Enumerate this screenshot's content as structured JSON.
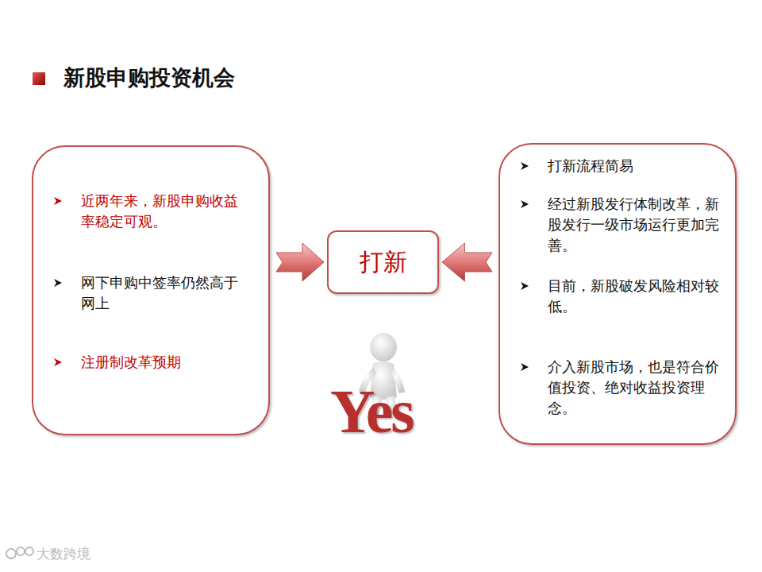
{
  "diagram": {
    "title": "新股申购投资机会",
    "nodes": [
      {
        "text": [
          "近两年来，新股申购收益率稳定可观。",
          "网下申购中签率仍然高于网上",
          "注册制改革预期"
        ]
      },
      {
        "text": [
          "打新"
        ]
      },
      {
        "text": [
          "打新流程简易",
          "经过新股发行体制改革，新股发行一级市场运行更加完善。",
          "目前，新股破发风险相对较低。",
          "介入新股市场，也是符合价值投资、绝对收益投资理念。"
        ]
      }
    ],
    "edges": [
      {
        "from": 0,
        "to": 1,
        "arrow": "to"
      },
      {
        "from": 2,
        "to": 1,
        "arrow": "to"
      }
    ],
    "labels": [
      "Yes",
      "大数跨境"
    ]
  }
}
